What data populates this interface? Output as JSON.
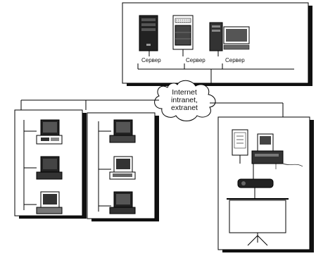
{
  "servers": [
    {
      "label": "Сервер"
    },
    {
      "label": "Сервер"
    },
    {
      "label": "Сервер"
    }
  ],
  "cloud": {
    "lines": [
      "Internet",
      "intranet,",
      "extranet"
    ]
  },
  "icons": {
    "server_tower": "server-tower-icon",
    "server_cabinet": "server-cabinet-icon",
    "desktop_computer": "desktop-computer-icon",
    "workstation": "workstation-icon",
    "projection_screen": "projection-screen-icon",
    "projector": "projector-icon",
    "printer": "printer-icon",
    "flipchart": "flipchart-icon"
  }
}
